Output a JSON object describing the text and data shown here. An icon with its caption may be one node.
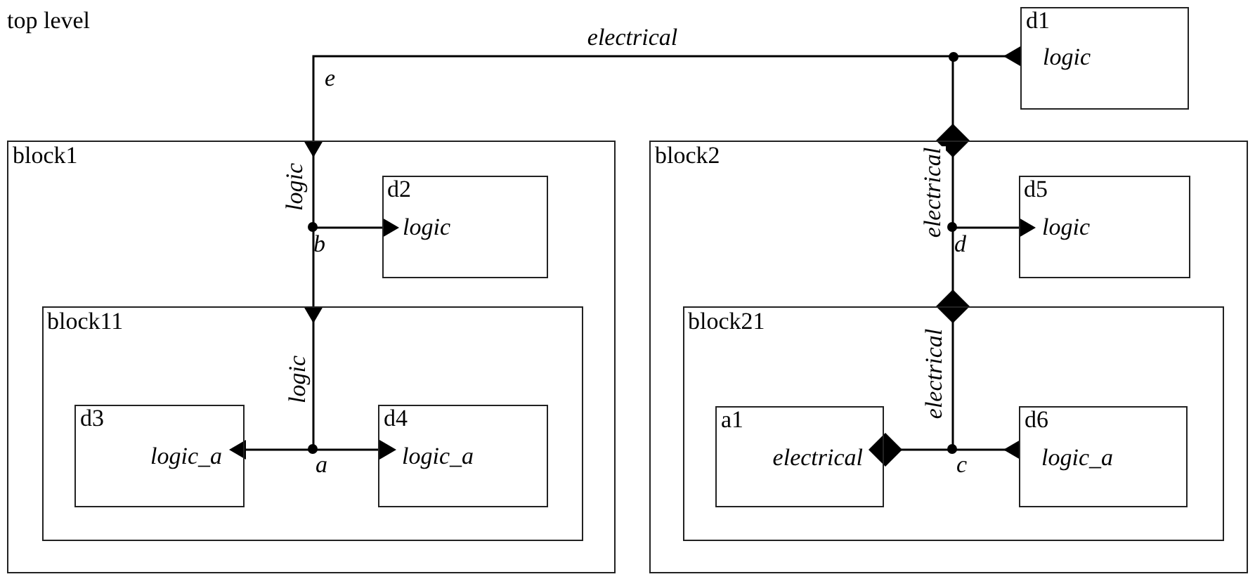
{
  "diagram": {
    "nodes": [
      {
        "text": [
          "d1",
          "logic"
        ]
      },
      {
        "text": [],
        "shape": "circle"
      },
      {
        "text": [
          "block1"
        ]
      },
      {
        "text": [],
        "shape": "circle",
        "in": 2,
        "beside": [
          "b"
        ]
      },
      {
        "text": [
          "d2",
          "logic"
        ],
        "in": 2
      },
      {
        "text": [
          "block11"
        ],
        "in": 2
      },
      {
        "text": [],
        "shape": "circle",
        "in": 5,
        "beside": [
          "a"
        ]
      },
      {
        "text": [
          "d3",
          "logic_a"
        ],
        "in": 5
      },
      {
        "text": [
          "d4",
          "logic_a"
        ],
        "in": 5
      },
      {
        "text": [
          "block2"
        ]
      },
      {
        "text": [],
        "shape": "circle",
        "in": 9,
        "beside": [
          "d"
        ]
      },
      {
        "text": [
          "d5",
          "logic"
        ],
        "in": 9
      },
      {
        "text": [
          "block21"
        ],
        "in": 9
      },
      {
        "text": [],
        "shape": "circle",
        "in": 12,
        "beside": [
          "c"
        ]
      },
      {
        "text": [
          "a1",
          "electrical"
        ],
        "in": 12
      },
      {
        "text": [
          "d6",
          "logic_a"
        ],
        "in": 12
      }
    ],
    "edges": [
      {
        "from": 1,
        "to": 0,
        "arrow": "other"
      },
      {
        "from": 1,
        "to": 2,
        "arrow": "to",
        "label": "electrical"
      },
      {
        "from": 1,
        "to": 9,
        "arrow": "other"
      },
      {
        "from": 2,
        "to": 3,
        "arrow": "none",
        "label": "logic"
      },
      {
        "from": 3,
        "to": 4,
        "arrow": "to"
      },
      {
        "from": 3,
        "to": 5,
        "arrow": "to"
      },
      {
        "from": 5,
        "to": 6,
        "arrow": "none",
        "label": "logic"
      },
      {
        "from": 6,
        "to": 7,
        "arrow": "to"
      },
      {
        "from": 6,
        "to": 8,
        "arrow": "to"
      },
      {
        "from": 9,
        "to": 10,
        "arrow": "none",
        "label": "electrical"
      },
      {
        "from": 10,
        "to": 11,
        "arrow": "to"
      },
      {
        "from": 10,
        "to": 12,
        "arrow": "other"
      },
      {
        "from": 12,
        "to": 13,
        "arrow": "none",
        "label": "electrical"
      },
      {
        "from": 13,
        "to": 14,
        "arrow": "other"
      },
      {
        "from": 13,
        "to": 15,
        "arrow": "other"
      }
    ],
    "labels": [
      "top level",
      "e"
    ]
  }
}
